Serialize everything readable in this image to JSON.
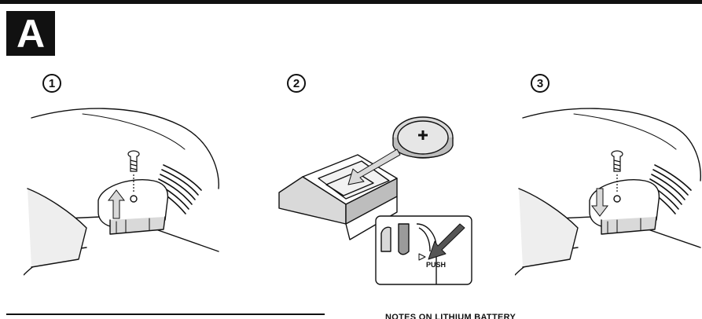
{
  "section": {
    "letter": "A"
  },
  "steps": [
    {
      "number": "1"
    },
    {
      "number": "2"
    },
    {
      "number": "3"
    }
  ],
  "inset": {
    "push_label": "PUSH"
  },
  "notes": {
    "heading": "NOTES ON LITHIUM BATTERY"
  },
  "colors": {
    "ink": "#111111",
    "shading": "#d9d9d9",
    "dark_shading": "#9a9a9a"
  }
}
